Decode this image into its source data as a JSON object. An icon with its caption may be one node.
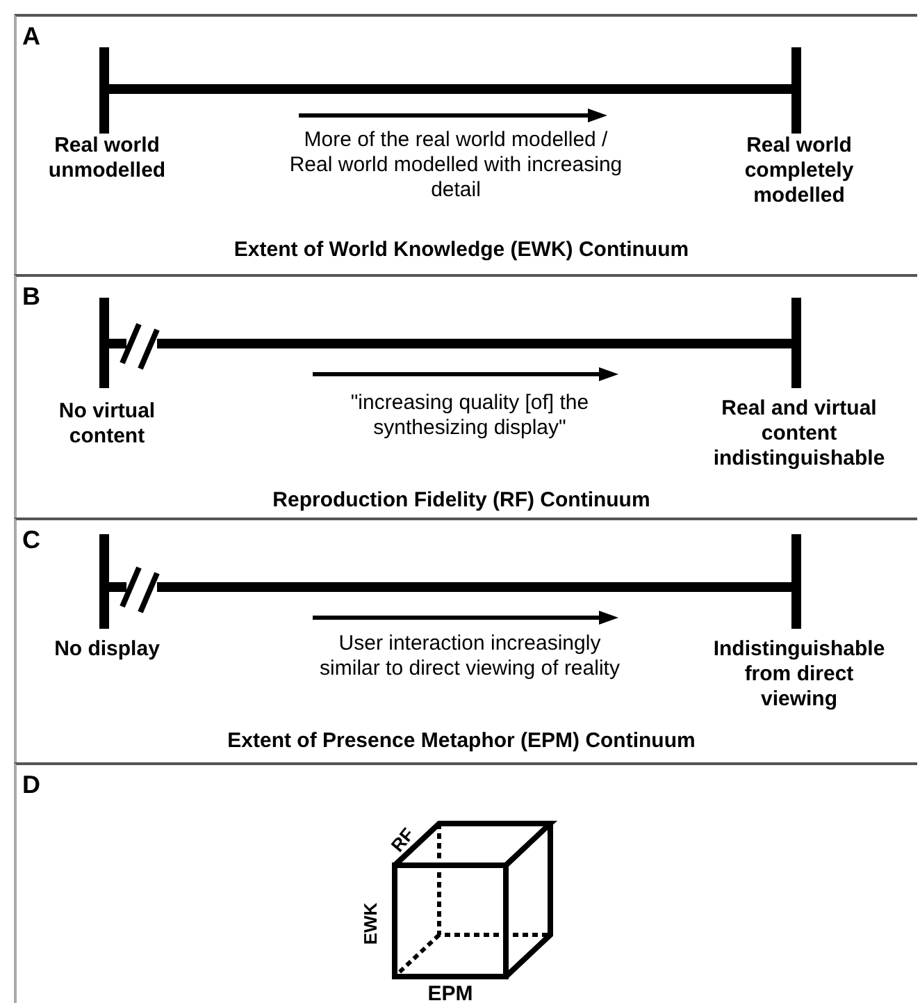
{
  "diagram": {
    "nodes": [
      {
        "text": [
          "A",
          "Extent of World Knowledge (EWK) Continuum"
        ]
      },
      {
        "text": [
          "B",
          "Reproduction Fidelity (RF) Continuum"
        ]
      },
      {
        "text": [
          "C",
          "Extent of Presence Metaphor (EPM) Continuum"
        ]
      },
      {
        "text": [
          "D"
        ]
      }
    ],
    "edges": [],
    "labels": [
      "Real world unmodelled",
      "More of the real world modelled / Real world modelled with increasing detail",
      "Real world completely modelled",
      "No virtual content",
      "\"increasing quality [of] the synthesizing display\"",
      "Real and virtual content indistinguishable",
      "No display",
      "User interaction increasingly similar to direct viewing of reality",
      "Indistinguishable from direct viewing",
      "RF",
      "EWK",
      "EPM"
    ]
  }
}
